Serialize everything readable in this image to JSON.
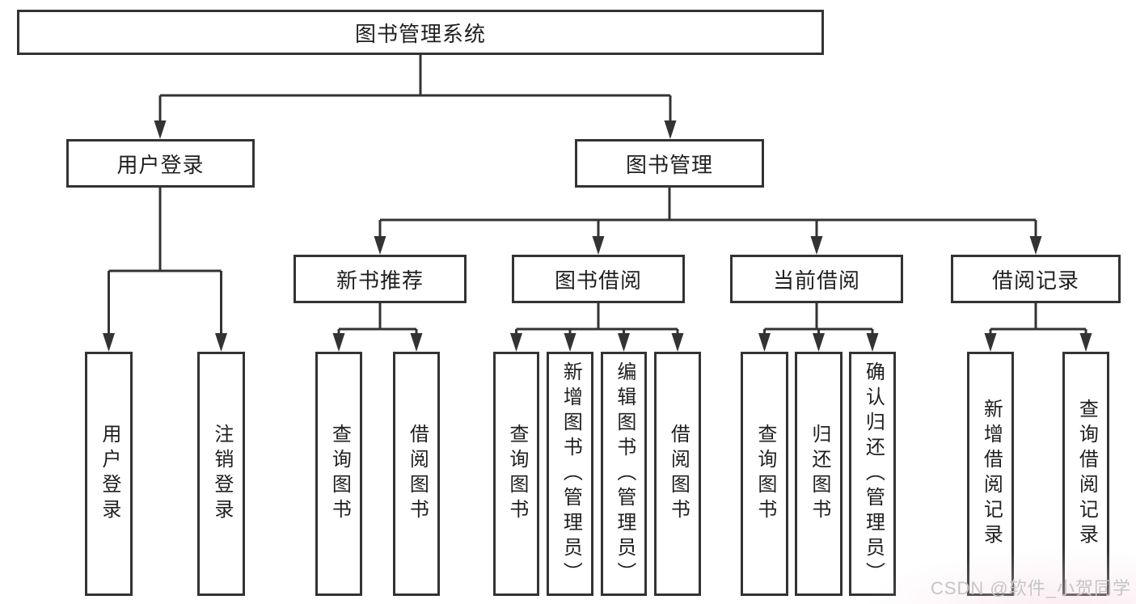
{
  "colors": {
    "line": "#333333",
    "text": "#1f1f1f",
    "background": "#ffffff",
    "watermark": "#c5c5c5"
  },
  "diagram": {
    "root": {
      "label": "图书管理系统"
    },
    "level2": [
      {
        "label": "用户登录"
      },
      {
        "label": "图书管理"
      }
    ],
    "level3": [
      {
        "label": "新书推荐"
      },
      {
        "label": "图书借阅"
      },
      {
        "label": "当前借阅"
      },
      {
        "label": "借阅记录"
      }
    ],
    "leaves": {
      "user_login": [
        {
          "label": "用户登录"
        },
        {
          "label": "注销登录"
        }
      ],
      "new_books": [
        {
          "label": "查询图书"
        },
        {
          "label": "借阅图书"
        }
      ],
      "book_borrow": [
        {
          "label": "查询图书"
        },
        {
          "label": "新增图书（管理员）"
        },
        {
          "label": "编辑图书（管理员）"
        },
        {
          "label": "借阅图书"
        }
      ],
      "current_borrow": [
        {
          "label": "查询图书"
        },
        {
          "label": "归还图书"
        },
        {
          "label": "确认归还（管理员）"
        }
      ],
      "borrow_records": [
        {
          "label": "新增借阅记录"
        },
        {
          "label": "查询借阅记录"
        }
      ]
    }
  },
  "watermark": {
    "text": "CSDN @软件_小贺同学"
  }
}
